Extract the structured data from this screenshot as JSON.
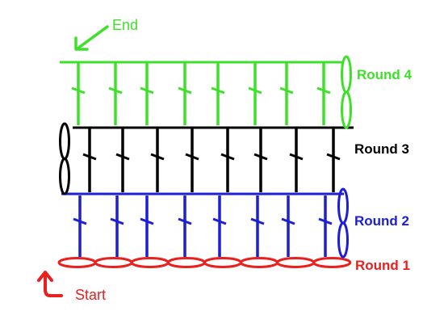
{
  "labels": {
    "end": "End",
    "start": "Start",
    "round1": "Round 1",
    "round2": "Round 2",
    "round3": "Round 3",
    "round4": "Round 4"
  },
  "colors": {
    "round1": "#e8201e",
    "round2": "#1c1fd4",
    "round3": "#000000",
    "round4": "#3fe02a",
    "start": "#e8201e",
    "end": "#3fe02a"
  },
  "stitch_counts": {
    "round1_chains": 8,
    "round2_stitches": 8,
    "round3_stitches": 8,
    "round4_stitches": 8
  }
}
